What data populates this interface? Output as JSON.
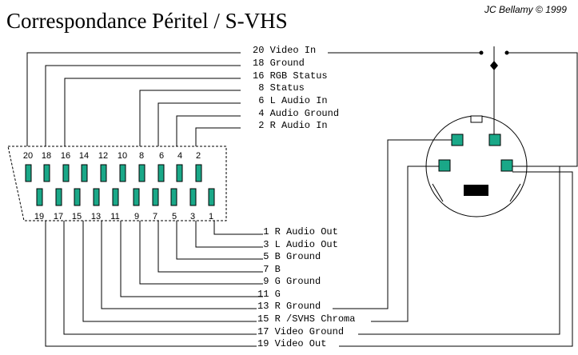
{
  "title": "Correspondance Péritel / S-VHS",
  "author": "JC Bellamy © 1999",
  "colors": {
    "pin": "#1aa888",
    "key": "#000000",
    "line": "#000000"
  },
  "scart": {
    "top_pins": [
      "20",
      "18",
      "16",
      "14",
      "12",
      "10",
      "8",
      "6",
      "4",
      "2"
    ],
    "bottom_pins": [
      "19",
      "17",
      "15",
      "13",
      "11",
      "9",
      "7",
      "5",
      "3",
      "1"
    ]
  },
  "top_labels": [
    {
      "pin": "20",
      "text": "20 Video In"
    },
    {
      "pin": "18",
      "text": "18 Ground"
    },
    {
      "pin": "16",
      "text": "16 RGB Status"
    },
    {
      "pin": "8",
      "text": " 8 Status"
    },
    {
      "pin": "6",
      "text": " 6 L Audio In"
    },
    {
      "pin": "4",
      "text": " 4 Audio Ground"
    },
    {
      "pin": "2",
      "text": " 2 R Audio In"
    }
  ],
  "bottom_labels": [
    {
      "pin": "1",
      "text": " 1 R Audio Out"
    },
    {
      "pin": "3",
      "text": " 3 L Audio Out"
    },
    {
      "pin": "5",
      "text": " 5 B Ground"
    },
    {
      "pin": "7",
      "text": " 7 B"
    },
    {
      "pin": "9",
      "text": " 9 G Ground"
    },
    {
      "pin": "11",
      "text": "11 G"
    },
    {
      "pin": "13",
      "text": "13 R Ground"
    },
    {
      "pin": "15",
      "text": "15 R /SVHS Chroma"
    },
    {
      "pin": "17",
      "text": "17 Video Ground"
    },
    {
      "pin": "19",
      "text": "19 Video Out"
    }
  ]
}
